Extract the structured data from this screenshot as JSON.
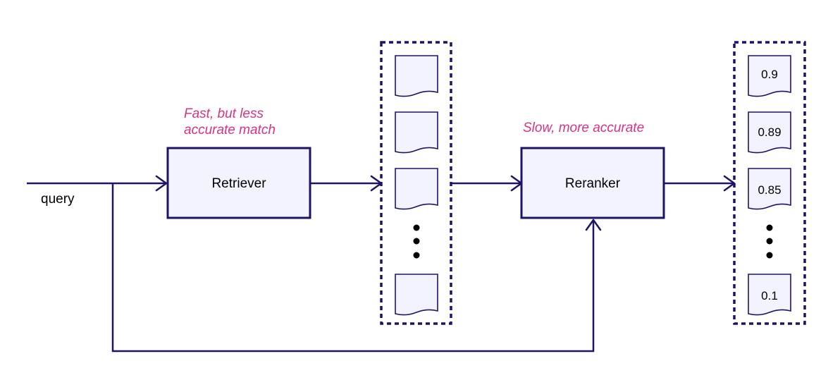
{
  "colors": {
    "stroke": "#1c1566",
    "box_fill": "#f3f3ff",
    "annotation": "#d63384"
  },
  "input": {
    "label": "query"
  },
  "retriever": {
    "label": "Retriever",
    "note_line1": "Fast, but less",
    "note_line2": "accurate match"
  },
  "reranker": {
    "label": "Reranker",
    "note": "Slow, more accurate"
  },
  "candidate_docs": {
    "visible_count": 4,
    "has_ellipsis": true
  },
  "ranked_scores": [
    "0.9",
    "0.89",
    "0.85",
    "0.1"
  ],
  "icons": [
    "document-icon",
    "ellipsis-icon",
    "arrow-icon"
  ]
}
